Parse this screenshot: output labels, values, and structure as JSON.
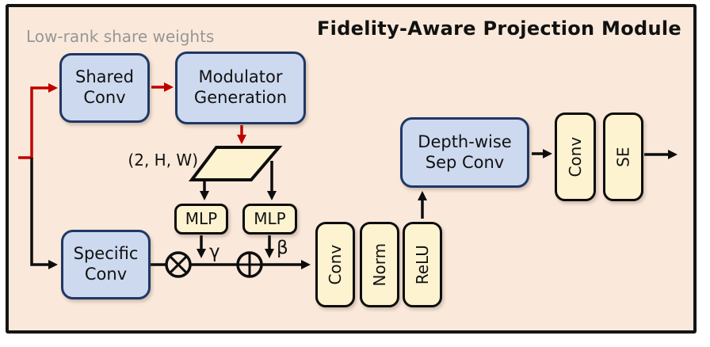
{
  "title": "Fidelity-Aware Projection Module",
  "notes": {
    "low_rank": "Low-rank share weights",
    "tensor_shape": "(2, H, W)"
  },
  "symbols": {
    "gamma": "γ",
    "beta": "β",
    "multiply": "⊗",
    "add": "⊕"
  },
  "blocks": {
    "shared_conv": "Shared Conv",
    "modulator_generation": "Modulator Generation",
    "specific_conv": "Specific Conv",
    "mlp_gamma": "MLP",
    "mlp_beta": "MLP",
    "conv_1": "Conv",
    "norm": "Norm",
    "relu": "ReLU",
    "depthwise_sep_conv": "Depth-wise Sep Conv",
    "conv_2": "Conv",
    "se": "SE"
  },
  "colors": {
    "canvas_bg": "#fae9da",
    "blue_fill": "#cdd9ef",
    "blue_border": "#1f3864",
    "cream_fill": "#fdf3d0",
    "cream_border": "#0d0d0d",
    "arrow_black": "#0d0d0d",
    "arrow_red": "#c00000",
    "note_gray": "#979797",
    "text": "#111111"
  }
}
